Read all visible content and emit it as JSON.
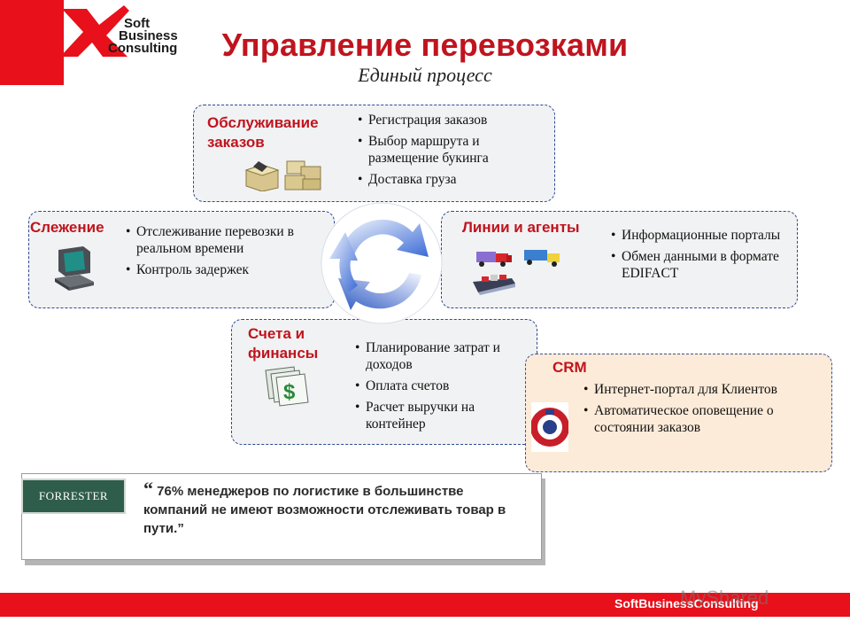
{
  "logo": {
    "line1": "Soft",
    "line2": "Business",
    "line3": "Consulting"
  },
  "header": {
    "title": "Управление перевозками",
    "subtitle": "Единый процесс"
  },
  "boxes": {
    "orders": {
      "title_line1": "Обслуживание",
      "title_line2": "заказов",
      "items": [
        "Регистрация заказов",
        "Выбор маршрута и размещение букинга",
        "Доставка груза"
      ]
    },
    "tracking": {
      "title": "Слежение",
      "items": [
        "Отслеживание перевозки в реальном времени",
        "Контроль задержек"
      ]
    },
    "lines": {
      "title": "Линии и агенты",
      "items": [
        "Информационные порталы",
        "Обмен данными в формате EDIFACT"
      ]
    },
    "finance": {
      "title_line1": "Счета и",
      "title_line2": "финансы",
      "items": [
        "Планирование затрат и доходов",
        "Оплата счетов",
        "Расчет выручки на контейнер"
      ]
    },
    "crm": {
      "title": "CRM",
      "items": [
        "Интернет-портал для Клиентов",
        "Автоматическое оповещение о состоянии заказов"
      ]
    }
  },
  "quote": {
    "source": "FORRESTER",
    "open_mark": "“",
    "text": "76% менеджеров по логистике в большинстве компаний не имеют возможности отслеживать товар в пути.”"
  },
  "footer": {
    "brand": "SoftBusinessConsulting",
    "watermark": "MyShared"
  },
  "colors": {
    "accent_red": "#e8101a",
    "title_red": "#c0141e",
    "border_blue": "#2c4a92",
    "crm_bg": "#fcebd8"
  },
  "icons": [
    "cardboard-boxes-icon",
    "computer-terminal-icon",
    "trucks-icon",
    "ship-icon",
    "dollar-bills-icon",
    "crm-logo-icon",
    "cycle-arrows-icon"
  ]
}
